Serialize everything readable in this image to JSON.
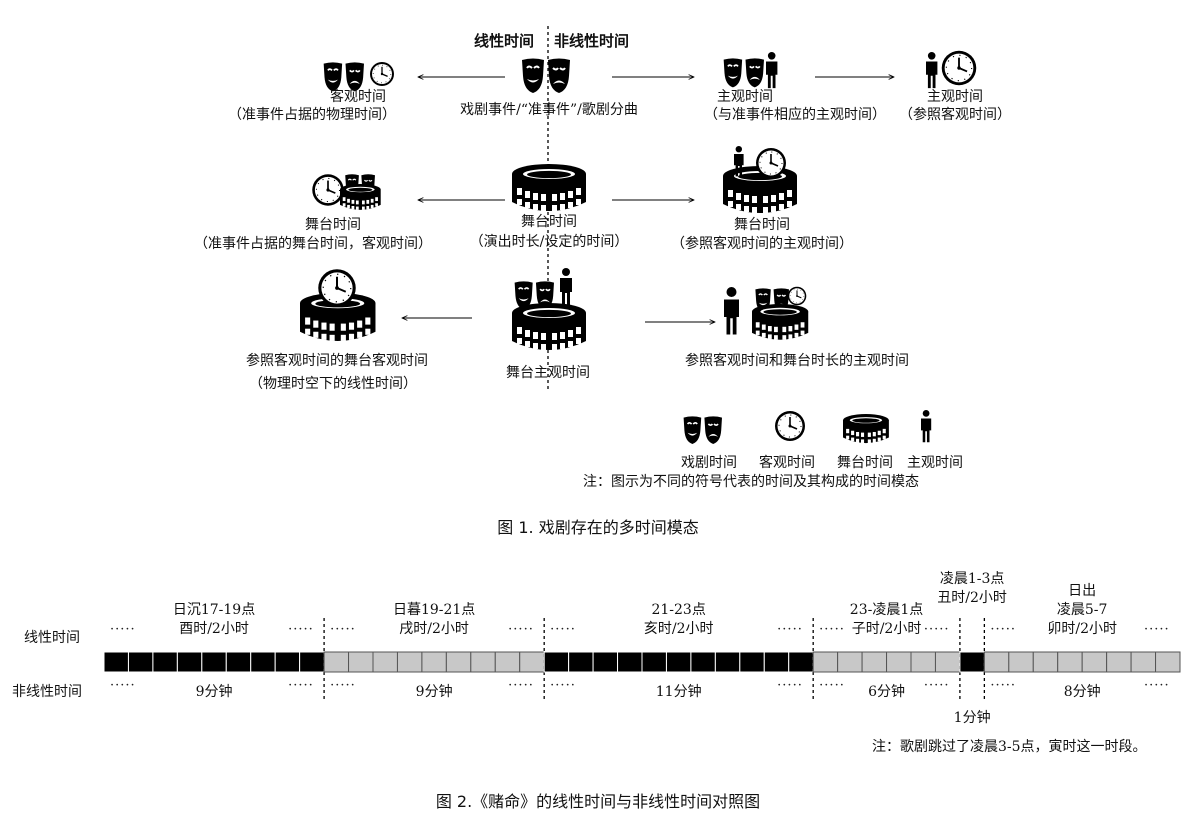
{
  "fig1": {
    "header_linear": "线性时间",
    "header_nonlinear": "非线性时间",
    "row1": {
      "left_title": "客观时间",
      "left_sub": "（准事件占据的物理时间）",
      "center": "戏剧事件/“准事件”/歌剧分曲",
      "right1_title": "主观时间",
      "right1_sub": "（与准事件相应的主观时间）",
      "right2_title": "主观时间",
      "right2_sub": "（参照客观时间）"
    },
    "row2": {
      "left_title": "舞台时间",
      "left_sub": "（准事件占据的舞台时间，客观时间）",
      "center_title": "舞台时间",
      "center_sub": "（演出时长/设定的时间）",
      "right_title": "舞台时间",
      "right_sub": "（参照客观时间的主观时间）"
    },
    "row3": {
      "left_title": "参照客观时间的舞台客观时间",
      "left_sub": "（物理时空下的线性时间）",
      "center": "舞台主观时间",
      "right": "参照客观时间和舞台时长的主观时间"
    },
    "legend": {
      "items": [
        "戏剧时间",
        "客观时间",
        "舞台时间",
        "主观时间"
      ],
      "note": "注：图示为不同的符号代表的时间及其构成的时间模态"
    },
    "caption": "图 1. 戏剧存在的多时间模态"
  },
  "fig2": {
    "row_linear": "线性时间",
    "row_nonlinear": "非线性时间",
    "segments": [
      {
        "line1": "日沉17-19点",
        "line2": "酉时/2小时",
        "duration": "9分钟",
        "fill": "black",
        "cells": 9
      },
      {
        "line1": "日暮19-21点",
        "line2": "戌时/2小时",
        "duration": "9分钟",
        "fill": "gray",
        "cells": 9
      },
      {
        "line1": "21-23点",
        "line2": "亥时/2小时",
        "duration": "11分钟",
        "fill": "black",
        "cells": 11
      },
      {
        "line1": "23-凌晨1点",
        "line2": "子时/2小时",
        "duration": "6分钟",
        "fill": "gray",
        "cells": 6
      },
      {
        "line1": "凌晨1-3点",
        "line2": "丑时/2小时",
        "duration": "1分钟",
        "fill": "black",
        "cells": 1
      },
      {
        "line0": "日出",
        "line1": "凌晨5-7",
        "line2": "卯时/2小时",
        "duration": "8分钟",
        "fill": "gray",
        "cells": 8
      }
    ],
    "note": "注：歌剧跳过了凌晨3-5点，寅时这一时段。",
    "caption": "图 2.《赌命》的线性时间与非线性时间对照图"
  },
  "colors": {
    "ink": "#000000",
    "gray": "#c8c8c8"
  }
}
